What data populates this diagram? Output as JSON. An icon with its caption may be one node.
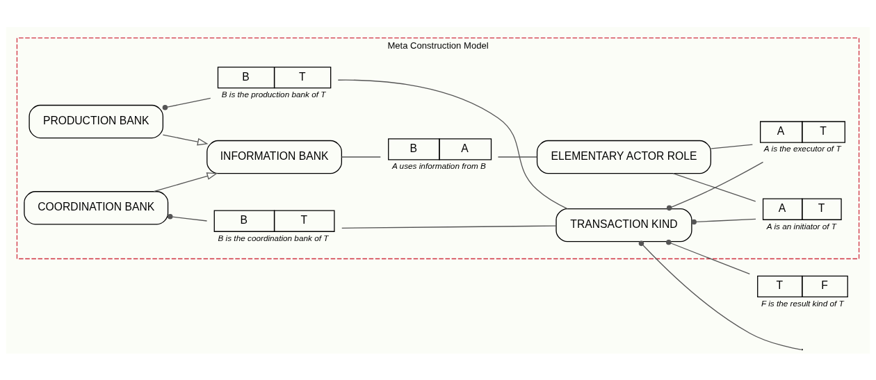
{
  "diagram": {
    "nodes": [
      {
        "text": [
          "Meta Construction Model"
        ]
      },
      {
        "text": [
          "PRODUCTION BANK"
        ],
        "in": 0
      },
      {
        "text": [
          "B",
          "T"
        ],
        "beside": [
          "B is the production bank of T"
        ],
        "in": 0
      },
      {
        "text": [
          "INFORMATION BANK"
        ],
        "in": 0
      },
      {
        "text": [
          "B",
          "A"
        ],
        "beside": [
          "A uses information from B"
        ],
        "in": 0
      },
      {
        "text": [
          "ELEMENTARY ACTOR ROLE"
        ],
        "in": 0
      },
      {
        "text": [
          "A",
          "T"
        ],
        "beside": [
          "A is an initiator of T"
        ],
        "in": 0
      },
      {
        "text": [
          "A",
          "T"
        ],
        "beside": [
          "A is the executor of T"
        ],
        "in": 0
      },
      {
        "text": [
          "TRANSACTION KIND"
        ],
        "in": 0
      },
      {
        "text": [
          "COORDINATION BANK"
        ],
        "in": 0
      },
      {
        "text": [
          "B",
          "T"
        ],
        "beside": [
          "B is the coordination bank of T"
        ],
        "in": 0
      },
      {
        "text": [
          "T",
          "F"
        ],
        "beside": [
          "F is the result kind of T"
        ]
      }
    ],
    "edges": [
      {
        "from": 1,
        "to": 2,
        "arrow": "other"
      },
      {
        "from": 2,
        "to": 8,
        "arrow": "none"
      },
      {
        "from": 1,
        "to": 3,
        "arrow": "to"
      },
      {
        "from": 9,
        "to": 3,
        "arrow": "to"
      },
      {
        "from": 3,
        "to": 4,
        "arrow": "none"
      },
      {
        "from": 4,
        "to": 5,
        "arrow": "none"
      },
      {
        "from": 5,
        "to": 6,
        "arrow": "none"
      },
      {
        "from": 8,
        "to": 6,
        "arrow": "other"
      },
      {
        "from": 5,
        "to": 7,
        "arrow": "none"
      },
      {
        "from": 8,
        "to": 7,
        "arrow": "other"
      },
      {
        "from": 9,
        "to": 10,
        "arrow": "other"
      },
      {
        "from": 10,
        "to": 8,
        "arrow": "none"
      },
      {
        "from": 8,
        "to": 11,
        "arrow": "other"
      },
      {
        "from": 8,
        "to": null,
        "arrow": "other"
      }
    ]
  }
}
